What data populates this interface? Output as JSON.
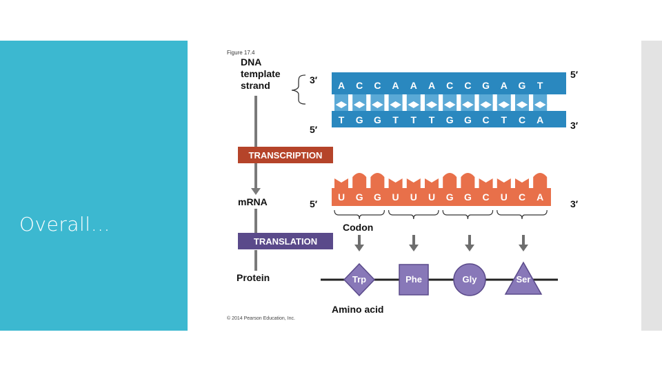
{
  "slide": {
    "title": "Overall…"
  },
  "figure": {
    "label": "Figure 17.4",
    "copyright": "© 2014 Pearson Education, Inc.",
    "dna_label": [
      "DNA",
      "template",
      "strand"
    ],
    "mrna_label": "mRNA",
    "protein_label": "Protein",
    "transcription_label": "TRANSCRIPTION",
    "translation_label": "TRANSLATION",
    "codon_label": "Codon",
    "amino_acid_label": "Amino acid",
    "top_strand": {
      "left_end": "3′",
      "right_end": "5′",
      "bases": [
        "A",
        "C",
        "C",
        "A",
        "A",
        "A",
        "C",
        "C",
        "G",
        "A",
        "G",
        "T"
      ]
    },
    "bottom_strand": {
      "left_end": "5′",
      "right_end": "3′",
      "bases": [
        "T",
        "G",
        "G",
        "T",
        "T",
        "T",
        "G",
        "G",
        "C",
        "T",
        "C",
        "A"
      ]
    },
    "mrna_strand": {
      "left_end": "5′",
      "right_end": "3′",
      "bases": [
        "U",
        "G",
        "G",
        "U",
        "U",
        "U",
        "G",
        "G",
        "C",
        "U",
        "C",
        "A"
      ]
    },
    "amino_acids": [
      "Trp",
      "Phe",
      "Gly",
      "Ser"
    ],
    "colors": {
      "dna": "#2a88bf",
      "dna_light": "#5aa9d6",
      "mrna": "#e8704a",
      "transcription_bar": "#b5442a",
      "translation_bar": "#5a4a8a",
      "amino_acid": "#8878b8",
      "arrow": "#6e6e6e"
    }
  }
}
